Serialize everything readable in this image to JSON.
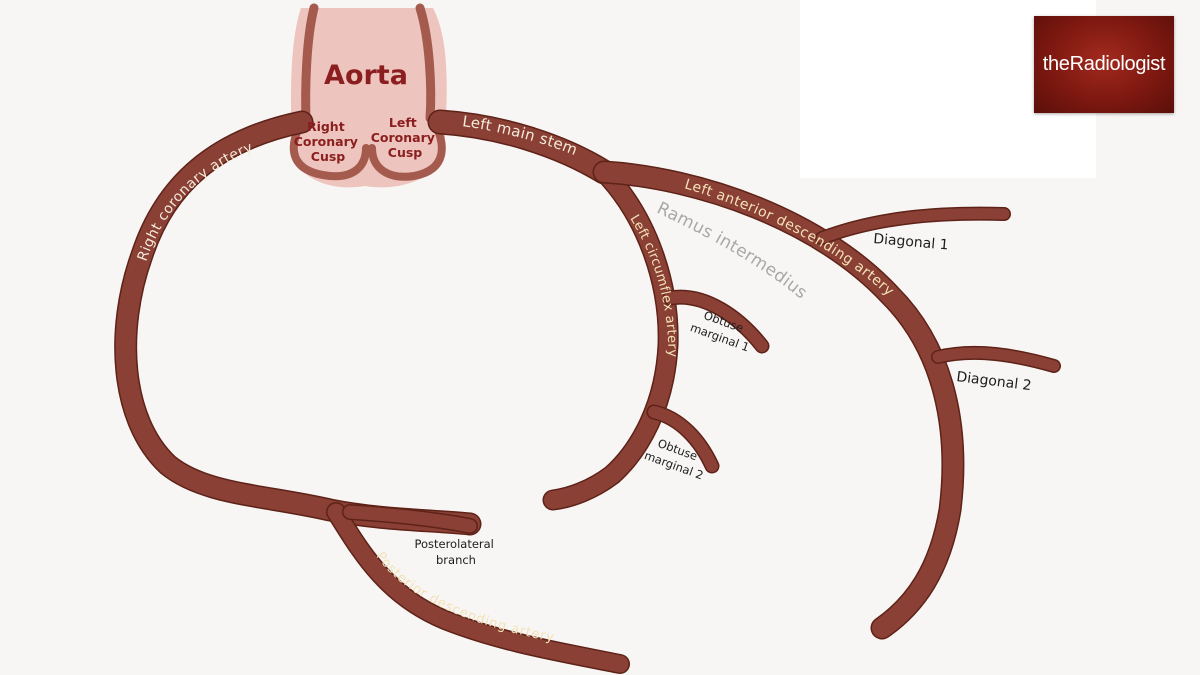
{
  "aorta": {
    "title": "Aorta",
    "right_cusp": [
      "Right",
      "Coronary",
      "Cusp"
    ],
    "left_cusp": [
      "Left",
      "Coronary",
      "Cusp"
    ]
  },
  "vessels": {
    "rca": "Right coronary artery",
    "lms": "Left main stem",
    "lad": "Left anterior descending artery",
    "lcx": "Left circumflex artery",
    "ramus": "Ramus intermedius",
    "pda": "Posterior descending artery"
  },
  "branches": {
    "d1": "Diagonal 1",
    "d2": "Diagonal 2",
    "om1": [
      "Obtuse",
      "marginal 1"
    ],
    "om2": [
      "Obtuse",
      "marginal 2"
    ],
    "plb": [
      "Posterolateral",
      "branch"
    ]
  },
  "logo": {
    "text": "theRadiologist"
  },
  "colors": {
    "vessel": "#8a4034",
    "vessel_edge": "#5e2218",
    "aorta_fill": "#ecbcb4",
    "label_on_vessel": "#f3eadb",
    "label_ramus": "#a8a8a8",
    "label_dark": "#1d1d1d",
    "label_cusp": "#8b1e1e",
    "logo_bg": "#7d1810"
  }
}
